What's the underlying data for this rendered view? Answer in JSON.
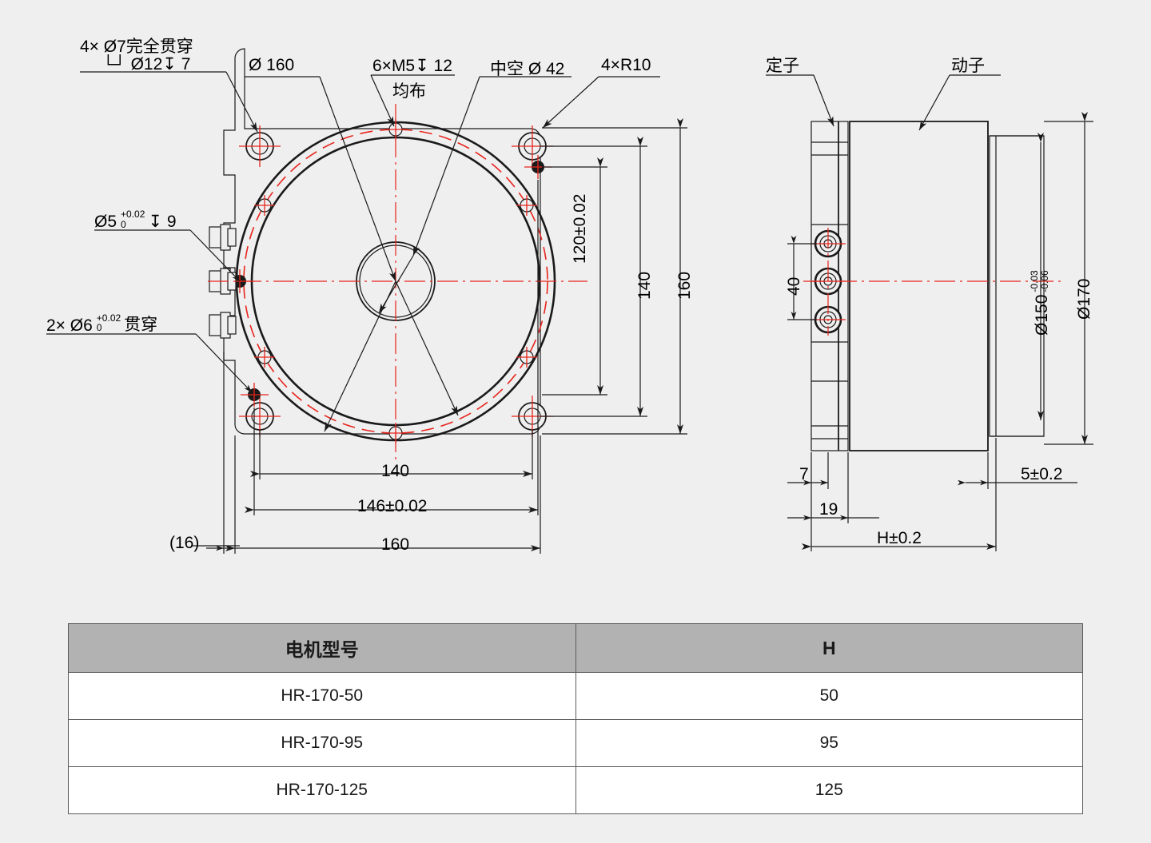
{
  "drawing": {
    "title": "HR-170 Direct Drive Rotary Motor Dimensional Drawing",
    "background_color": "#efefef",
    "line_color": "#1a1a1a",
    "center_line_color": "#e8241c",
    "front_view": {
      "callouts": [
        {
          "id": "co-through-holes",
          "line1": "4×  Ø7完全贯穿",
          "line2": "└┘ Ø12↧ 7"
        },
        {
          "id": "co-d160",
          "text": "Ø 160"
        },
        {
          "id": "co-m5",
          "line1": "6×M5↧ 12",
          "line2": "均布"
        },
        {
          "id": "co-hollow",
          "text": "中空 Ø 42"
        },
        {
          "id": "co-r10",
          "text": "4×R10"
        },
        {
          "id": "co-d5",
          "text": "Ø5",
          "tol_up": "+0.02",
          "tol_lo": "0",
          "depth": "↧ 9"
        },
        {
          "id": "co-d6",
          "text": "2×  Ø6",
          "tol_up": "+0.02",
          "tol_lo": "0",
          "suffix": "贯穿"
        }
      ],
      "dimensions_vertical": [
        "120±0.02",
        "140",
        "160"
      ],
      "dimensions_horizontal": [
        "140",
        "146±0.02",
        "160"
      ],
      "dimension_bracket": "(16)"
    },
    "side_view": {
      "labels": [
        {
          "id": "lbl-stator",
          "text": "定子"
        },
        {
          "id": "lbl-rotor",
          "text": "动子"
        }
      ],
      "dimension_connector_span": "40",
      "diameters": [
        {
          "value": "Ø150",
          "tol_up": "-0.03",
          "tol_lo": "-0.06"
        },
        {
          "value": "Ø170"
        }
      ],
      "dimensions_horizontal": [
        "7",
        "19",
        "H±0.2",
        "5±0.2"
      ]
    }
  },
  "table": {
    "headers": [
      "电机型号",
      "H"
    ],
    "rows": [
      {
        "model": "HR-170-50",
        "h": "50"
      },
      {
        "model": "HR-170-95",
        "h": "95"
      },
      {
        "model": "HR-170-125",
        "h": "125"
      }
    ]
  }
}
